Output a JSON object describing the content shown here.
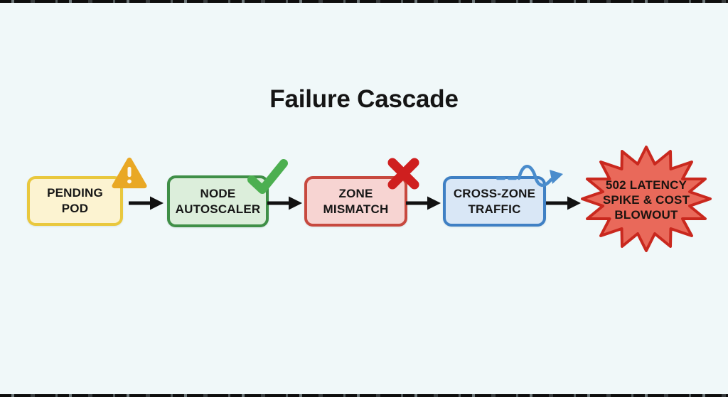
{
  "title": "Failure Cascade",
  "background": "#f0f8f9",
  "flow": {
    "arrow_color": "#111111",
    "nodes": [
      {
        "id": "pending-pod",
        "lines": [
          "PENDING",
          "POD"
        ],
        "icon": "warning-triangle-icon",
        "fill": "#fcf3d1",
        "border": "#e9c83e",
        "icon_color": "#e9a825"
      },
      {
        "id": "node-autoscaler",
        "lines": [
          "NODE",
          "AUTOSCALER"
        ],
        "icon": "check-icon",
        "fill": "#dceedb",
        "border": "#3f8f47",
        "icon_color": "#4caf50"
      },
      {
        "id": "zone-mismatch",
        "lines": [
          "ZONE",
          "MISMATCH"
        ],
        "icon": "x-icon",
        "fill": "#f7d4d2",
        "border": "#c7493f",
        "icon_color": "#cf1f1f"
      },
      {
        "id": "cross-zone-traffic",
        "lines": [
          "CROSS-ZONE",
          "TRAFFIC"
        ],
        "icon": "wavy-arrow-icon",
        "fill": "#d9e7f6",
        "border": "#3f80c4",
        "icon_color": "#4a8ccc"
      }
    ],
    "result": {
      "id": "failure-result",
      "shape": "starburst",
      "lines": [
        "502 LATENCY",
        "SPIKE & COST",
        "BLOWOUT"
      ],
      "fill": "#e9695a",
      "border": "#c9281e"
    }
  }
}
